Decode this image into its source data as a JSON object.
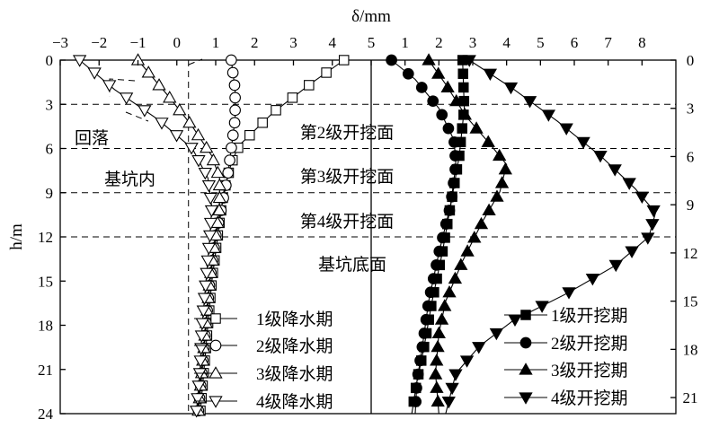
{
  "chart_data": [
    {
      "type": "line",
      "panel": "left",
      "xlabel": "δ/mm",
      "ylabel": "h/m",
      "xlim": [
        -3,
        5
      ],
      "ylim": [
        0,
        24
      ],
      "x_ticks": [
        "−3",
        "−2",
        "−1",
        "0",
        "1",
        "2",
        "3",
        "4",
        "5"
      ],
      "y_ticks": [
        "0",
        "3",
        "6",
        "9",
        "12",
        "15",
        "18",
        "21",
        "24"
      ],
      "y_inverted": true,
      "reference_lines": {
        "vertical_x": 0.3,
        "horizontal_y": [
          3,
          6,
          9,
          12
        ]
      },
      "annotations": [
        "回落",
        "基坑内"
      ],
      "series": [
        {
          "name": "1级降水期",
          "marker": "square-open",
          "points": [
            [
              4.3,
              0
            ],
            [
              3.5,
              1.5
            ],
            [
              2.5,
              3.5
            ],
            [
              1.6,
              5.8
            ],
            [
              1.4,
              7
            ],
            [
              1.2,
              9
            ],
            [
              1.05,
              12
            ],
            [
              0.9,
              15
            ],
            [
              0.8,
              18
            ],
            [
              0.7,
              21
            ],
            [
              0.6,
              24
            ]
          ]
        },
        {
          "name": "2级降水期",
          "marker": "circle-open",
          "points": [
            [
              1.4,
              0
            ],
            [
              1.5,
              2
            ],
            [
              1.5,
              4
            ],
            [
              1.4,
              6
            ],
            [
              1.3,
              8
            ],
            [
              1.15,
              10
            ],
            [
              1.0,
              12
            ],
            [
              0.85,
              15
            ],
            [
              0.75,
              18
            ],
            [
              0.65,
              21
            ],
            [
              0.55,
              24
            ]
          ]
        },
        {
          "name": "3级降水期",
          "marker": "triangle-up-open",
          "points": [
            [
              -1.0,
              0
            ],
            [
              -0.2,
              2.5
            ],
            [
              0.4,
              4.5
            ],
            [
              0.9,
              6.5
            ],
            [
              1.1,
              8
            ],
            [
              1.1,
              10
            ],
            [
              1.0,
              12
            ],
            [
              0.85,
              15
            ],
            [
              0.75,
              18
            ],
            [
              0.65,
              21
            ],
            [
              0.55,
              24
            ]
          ]
        },
        {
          "name": "4级降水期",
          "marker": "triangle-down-open",
          "points": [
            [
              -2.5,
              0
            ],
            [
              -1.6,
              2
            ],
            [
              -0.5,
              4
            ],
            [
              0.4,
              6
            ],
            [
              0.8,
              8
            ],
            [
              0.9,
              10
            ],
            [
              0.85,
              12
            ],
            [
              0.75,
              15
            ],
            [
              0.65,
              18
            ],
            [
              0.6,
              21
            ],
            [
              0.5,
              24
            ]
          ]
        }
      ]
    },
    {
      "type": "line",
      "panel": "right",
      "xlabel": "δ/mm",
      "ylabel": "",
      "xlim": [
        0,
        9
      ],
      "ylim": [
        0,
        22
      ],
      "x_ticks": [
        "1",
        "2",
        "3",
        "4",
        "5",
        "6",
        "7",
        "8"
      ],
      "y_ticks": [
        "0",
        "3",
        "6",
        "9",
        "12",
        "15",
        "18",
        "21"
      ],
      "y_inverted": true,
      "reference_lines": {
        "horizontal_y": [
          3,
          6,
          9,
          12
        ]
      },
      "annotations": [
        "第2级开挖面",
        "第3级开挖面",
        "第4级开挖面",
        "基坑底面"
      ],
      "series": [
        {
          "name": "1级开挖期",
          "marker": "square-filled",
          "points": [
            [
              2.7,
              0
            ],
            [
              2.75,
              3
            ],
            [
              2.6,
              6
            ],
            [
              2.35,
              9
            ],
            [
              2.1,
              12
            ],
            [
              1.8,
              15
            ],
            [
              1.55,
              18
            ],
            [
              1.35,
              20
            ],
            [
              1.2,
              22
            ]
          ]
        },
        {
          "name": "2级开挖期",
          "marker": "circle-filled",
          "points": [
            [
              0.6,
              0
            ],
            [
              1.3,
              1.2
            ],
            [
              2.0,
              3
            ],
            [
              2.45,
              5
            ],
            [
              2.5,
              6.5
            ],
            [
              2.35,
              9
            ],
            [
              2.0,
              12
            ],
            [
              1.7,
              15
            ],
            [
              1.5,
              18
            ],
            [
              1.35,
              20
            ],
            [
              1.3,
              22
            ]
          ]
        },
        {
          "name": "3级开挖期",
          "marker": "triangle-up-filled",
          "points": [
            [
              1.7,
              0
            ],
            [
              2.2,
              1.5
            ],
            [
              2.8,
              3.5
            ],
            [
              3.5,
              5.2
            ],
            [
              4.0,
              6.5
            ],
            [
              3.8,
              8.2
            ],
            [
              3.3,
              10
            ],
            [
              2.7,
              12.5
            ],
            [
              2.2,
              15
            ],
            [
              2.0,
              17
            ],
            [
              1.9,
              19.5
            ],
            [
              2.0,
              22
            ]
          ]
        },
        {
          "name": "4级开挖期",
          "marker": "triangle-down-filled",
          "points": [
            [
              2.9,
              0
            ],
            [
              4.2,
              1.8
            ],
            [
              5.5,
              3.8
            ],
            [
              6.8,
              6
            ],
            [
              7.8,
              8
            ],
            [
              8.4,
              9.5
            ],
            [
              8.2,
              11
            ],
            [
              7.2,
              12.8
            ],
            [
              5.8,
              14.5
            ],
            [
              4.2,
              16.2
            ],
            [
              3.2,
              17.8
            ],
            [
              2.5,
              19.5
            ],
            [
              2.2,
              22
            ]
          ]
        }
      ]
    }
  ]
}
